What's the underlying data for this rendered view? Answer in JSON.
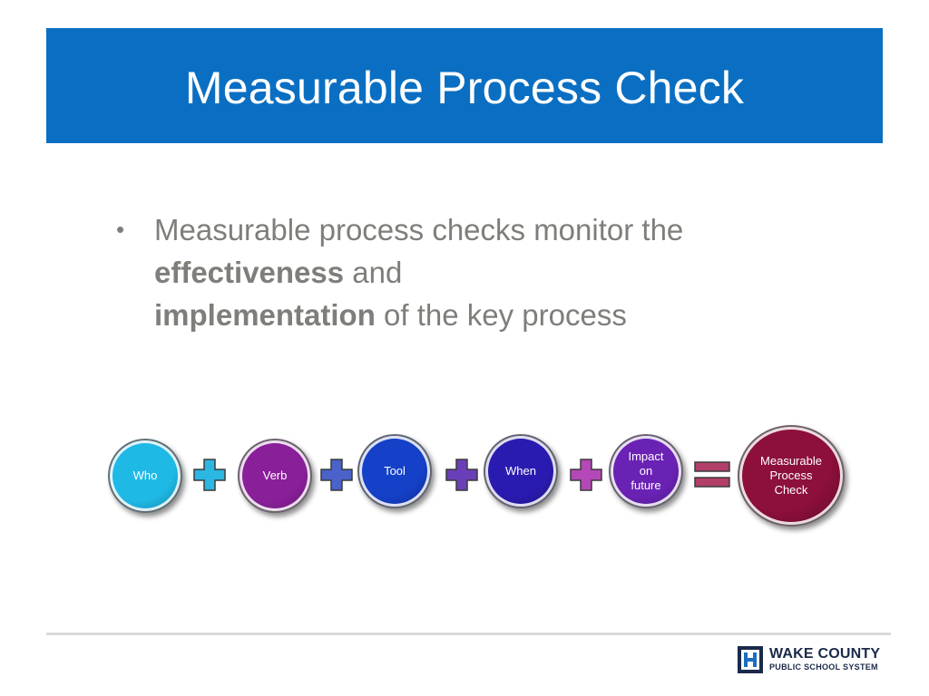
{
  "slide": {
    "title": "Measurable Process Check"
  },
  "bullet": {
    "marker": "•",
    "part1": "Measurable process checks monitor the ",
    "bold1": "effectiveness",
    "part2": " and ",
    "bold2": "implementation",
    "part3": " of the key process"
  },
  "diagram": {
    "nodes": [
      {
        "label": "Who",
        "color": "#1fb9e6"
      },
      {
        "label": "Verb",
        "color": "#8a1f9a"
      },
      {
        "label": "Tool",
        "color": "#1540c8"
      },
      {
        "label": "When",
        "color": "#2a1bb0"
      },
      {
        "label": "Impact on future",
        "color": "#6a22b5"
      },
      {
        "label": "Measurable Process Check",
        "color": "#8c0f3c"
      }
    ],
    "operators": [
      {
        "symbol": "plus-icon",
        "color": "#2ab7e2"
      },
      {
        "symbol": "plus-icon",
        "color": "#4a62c9"
      },
      {
        "symbol": "plus-icon",
        "color": "#6a3fb8"
      },
      {
        "symbol": "plus-icon",
        "color": "#b548b8"
      },
      {
        "symbol": "equals-icon",
        "color": "#b23f6a"
      }
    ]
  },
  "footer": {
    "logo_line1": "WAKE COUNTY",
    "logo_line2": "PUBLIC SCHOOL SYSTEM",
    "logo_color": "#1b2a4a"
  }
}
